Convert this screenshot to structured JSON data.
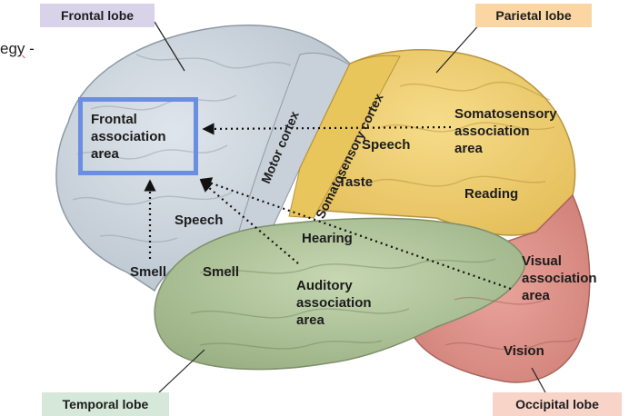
{
  "page_fragment": {
    "before": "eg",
    "underlined": "y",
    "after": " -"
  },
  "lobes": {
    "frontal": "Frontal lobe",
    "parietal": "Parietal lobe",
    "temporal": "Temporal lobe",
    "occipital": "Occipital lobe"
  },
  "lobe_colors": {
    "frontal": "#d9d3ea",
    "parietal": "#fbd6a3",
    "temporal": "#d6e8d9",
    "occipital": "#f7d3c8"
  },
  "highlight_color": "#6b8fe0",
  "areas": {
    "frontal_association": [
      "Frontal",
      "association",
      "area"
    ],
    "motor_cortex": "Motor cortex",
    "somatosensory_cortex": "Somatosensory cortex",
    "somatosensory_association": [
      "Somatosensory",
      "association",
      "area"
    ],
    "speech_parietal": "Speech",
    "taste": "Taste",
    "reading": "Reading",
    "speech_frontal": "Speech",
    "hearing": "Hearing",
    "smell_left": "Smell",
    "smell_right": "Smell",
    "auditory_association": [
      "Auditory",
      "association",
      "area"
    ],
    "visual_association": [
      "Visual",
      "association",
      "area"
    ],
    "vision": "Vision"
  }
}
